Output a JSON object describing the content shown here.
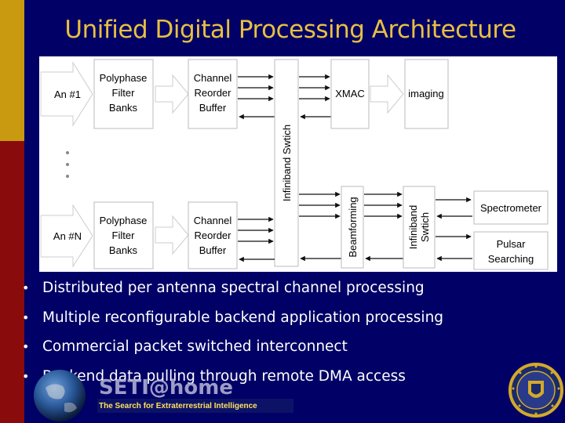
{
  "title": "Unified Digital Processing Architecture",
  "diagram": {
    "antenna_top": "An #1",
    "antenna_bottom": "An #N",
    "pfb_lines": [
      "Polyphase",
      "Filter",
      "Banks"
    ],
    "crb_lines": [
      "Channel",
      "Reorder",
      "Buffer"
    ],
    "infiniband_switch_1": "Infiniband Swtich",
    "xmac": "XMAC",
    "imaging": "imaging",
    "beamforming": "Beamforming",
    "infiniband_switch_2_lines": [
      "Infiniband",
      "Swtich"
    ],
    "spectrometer": "Spectrometer",
    "pulsar_lines": [
      "Pulsar",
      "Searching"
    ]
  },
  "bullets": [
    "Distributed per antenna spectral channel processing",
    "Multiple reconfigurable backend application processing",
    "Commercial packet switched interconnect",
    "Backend data pulling through remote DMA access"
  ],
  "logo": {
    "text": "SETI@home",
    "tagline": "The Search for Extraterrestrial Intelligence"
  },
  "colors": {
    "background": "#000066",
    "title": "#e8c040",
    "sidebar_gold": "#c99a0f",
    "sidebar_red": "#8a0b0b"
  }
}
